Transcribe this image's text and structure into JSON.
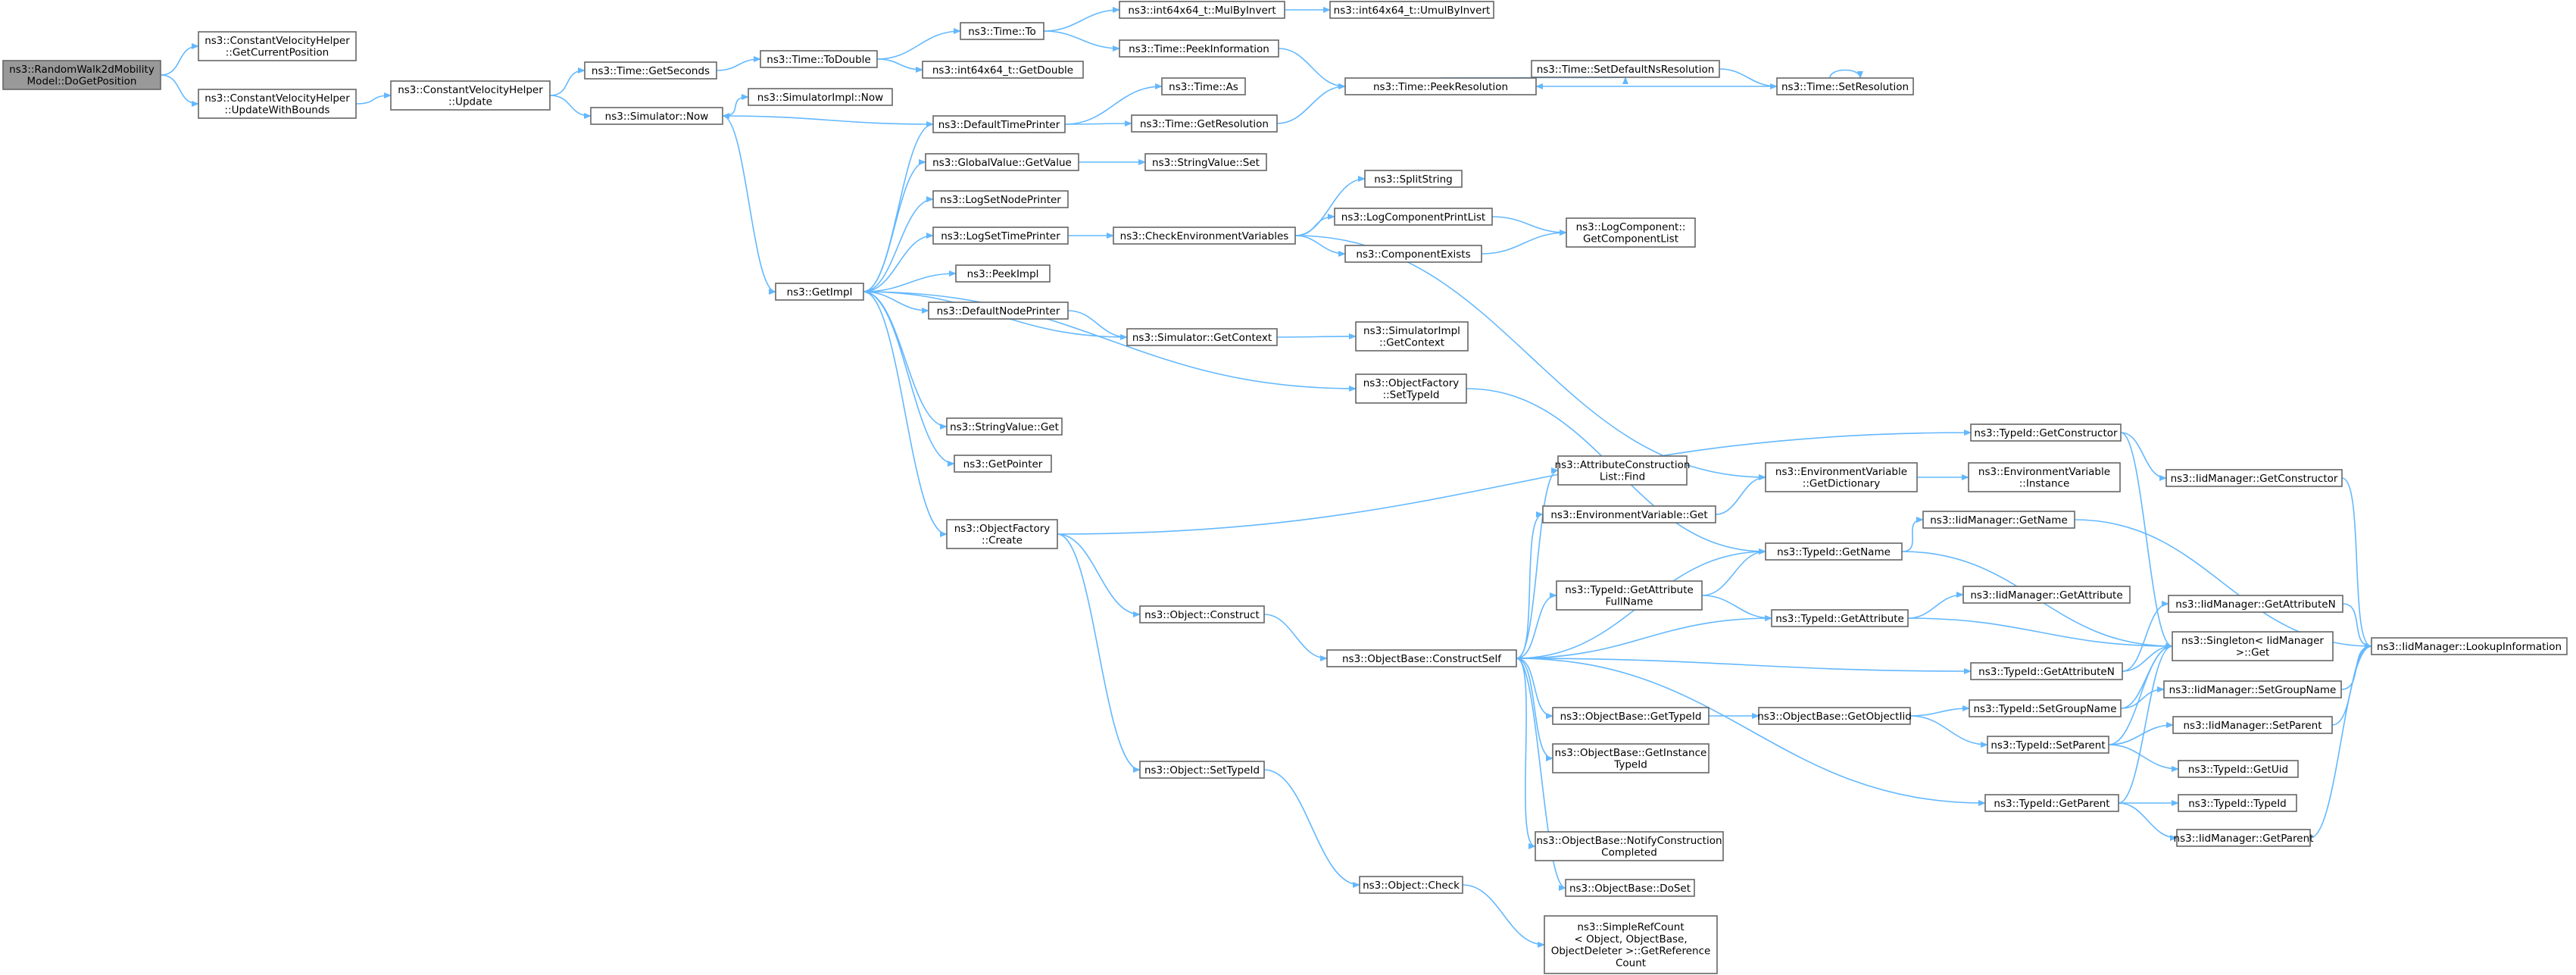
{
  "colors": {
    "edge": "#63b8ff",
    "node_border": "#666666",
    "root_fill": "#999999",
    "node_fill": "#ffffff"
  },
  "nodes": [
    {
      "id": "n0",
      "lines": [
        "ns3::RandomWalk2dMobility",
        "Model::DoGetPosition"
      ],
      "root": true
    },
    {
      "id": "n1",
      "lines": [
        "ns3::ConstantVelocityHelper",
        "::GetCurrentPosition"
      ]
    },
    {
      "id": "n2",
      "lines": [
        "ns3::ConstantVelocityHelper",
        "::UpdateWithBounds"
      ]
    },
    {
      "id": "n3",
      "lines": [
        "ns3::ConstantVelocityHelper",
        "::Update"
      ]
    },
    {
      "id": "n4",
      "lines": [
        "ns3::Time::GetSeconds"
      ]
    },
    {
      "id": "n5",
      "lines": [
        "ns3::Simulator::Now"
      ]
    },
    {
      "id": "n6",
      "lines": [
        "ns3::Time::ToDouble"
      ]
    },
    {
      "id": "n7",
      "lines": [
        "ns3::Time::To"
      ]
    },
    {
      "id": "n8",
      "lines": [
        "ns3::int64x64_t::GetDouble"
      ]
    },
    {
      "id": "n9",
      "lines": [
        "ns3::int64x64_t::MulByInvert"
      ]
    },
    {
      "id": "n10",
      "lines": [
        "ns3::Time::PeekInformation"
      ]
    },
    {
      "id": "n11",
      "lines": [
        "ns3::int64x64_t::UmulByInvert"
      ]
    },
    {
      "id": "n12",
      "lines": [
        "ns3::Time::PeekResolution"
      ]
    },
    {
      "id": "n13",
      "lines": [
        "ns3::Time::SetDefaultNsResolution"
      ]
    },
    {
      "id": "n14",
      "lines": [
        "ns3::Time::SetResolution"
      ]
    },
    {
      "id": "n15",
      "lines": [
        "ns3::SimulatorImpl::Now"
      ]
    },
    {
      "id": "n16",
      "lines": [
        "ns3::DefaultTimePrinter"
      ]
    },
    {
      "id": "n17",
      "lines": [
        "ns3::Time::As"
      ]
    },
    {
      "id": "n18",
      "lines": [
        "ns3::Time::GetResolution"
      ]
    },
    {
      "id": "n19",
      "lines": [
        "ns3::GetImpl"
      ]
    },
    {
      "id": "n20",
      "lines": [
        "ns3::GlobalValue::GetValue"
      ]
    },
    {
      "id": "n21",
      "lines": [
        "ns3::StringValue::Set"
      ]
    },
    {
      "id": "n22",
      "lines": [
        "ns3::LogSetNodePrinter"
      ]
    },
    {
      "id": "n23",
      "lines": [
        "ns3::LogSetTimePrinter"
      ]
    },
    {
      "id": "n24",
      "lines": [
        "ns3::CheckEnvironmentVariables"
      ]
    },
    {
      "id": "n25",
      "lines": [
        "ns3::SplitString"
      ]
    },
    {
      "id": "n26",
      "lines": [
        "ns3::LogComponentPrintList"
      ]
    },
    {
      "id": "n27",
      "lines": [
        "ns3::ComponentExists"
      ]
    },
    {
      "id": "n28",
      "lines": [
        "ns3::LogComponent::",
        "GetComponentList"
      ]
    },
    {
      "id": "n29",
      "lines": [
        "ns3::PeekImpl"
      ]
    },
    {
      "id": "n30",
      "lines": [
        "ns3::DefaultNodePrinter"
      ]
    },
    {
      "id": "n31",
      "lines": [
        "ns3::Simulator::GetContext"
      ]
    },
    {
      "id": "n32",
      "lines": [
        "ns3::SimulatorImpl",
        "::GetContext"
      ]
    },
    {
      "id": "n33",
      "lines": [
        "ns3::ObjectFactory",
        "::SetTypeId"
      ]
    },
    {
      "id": "n34",
      "lines": [
        "ns3::StringValue::Get"
      ]
    },
    {
      "id": "n35",
      "lines": [
        "ns3::GetPointer"
      ]
    },
    {
      "id": "n36",
      "lines": [
        "ns3::ObjectFactory",
        "::Create"
      ]
    },
    {
      "id": "n37",
      "lines": [
        "ns3::TypeId::GetConstructor"
      ]
    },
    {
      "id": "n38",
      "lines": [
        "ns3::IidManager::GetConstructor"
      ]
    },
    {
      "id": "n39",
      "lines": [
        "ns3::AttributeConstruction",
        "List::Find"
      ]
    },
    {
      "id": "n40",
      "lines": [
        "ns3::EnvironmentVariable",
        "::GetDictionary"
      ]
    },
    {
      "id": "n41",
      "lines": [
        "ns3::EnvironmentVariable",
        "::Instance"
      ]
    },
    {
      "id": "n42",
      "lines": [
        "ns3::EnvironmentVariable::Get"
      ]
    },
    {
      "id": "n43",
      "lines": [
        "ns3::IidManager::GetName"
      ]
    },
    {
      "id": "n44",
      "lines": [
        "ns3::TypeId::GetName"
      ]
    },
    {
      "id": "n45",
      "lines": [
        "ns3::TypeId::GetAttribute",
        "FullName"
      ]
    },
    {
      "id": "n46",
      "lines": [
        "ns3::IidManager::GetAttribute"
      ]
    },
    {
      "id": "n47",
      "lines": [
        "ns3::Object::Construct"
      ]
    },
    {
      "id": "n48",
      "lines": [
        "ns3::TypeId::GetAttribute"
      ]
    },
    {
      "id": "n49",
      "lines": [
        "ns3::IidManager::GetAttributeN"
      ]
    },
    {
      "id": "n50",
      "lines": [
        "ns3::Singleton< IidManager",
        ">::Get"
      ]
    },
    {
      "id": "n51",
      "lines": [
        "ns3::IidManager::LookupInformation"
      ]
    },
    {
      "id": "n52",
      "lines": [
        "ns3::ObjectBase::ConstructSelf"
      ]
    },
    {
      "id": "n53",
      "lines": [
        "ns3::TypeId::GetAttributeN"
      ]
    },
    {
      "id": "n54",
      "lines": [
        "ns3::IidManager::SetGroupName"
      ]
    },
    {
      "id": "n55",
      "lines": [
        "ns3::ObjectBase::GetTypeId"
      ]
    },
    {
      "id": "n56",
      "lines": [
        "ns3::ObjectBase::GetObjectIid"
      ]
    },
    {
      "id": "n57",
      "lines": [
        "ns3::TypeId::SetGroupName"
      ]
    },
    {
      "id": "n58",
      "lines": [
        "ns3::IidManager::SetParent"
      ]
    },
    {
      "id": "n59",
      "lines": [
        "ns3::TypeId::SetParent"
      ]
    },
    {
      "id": "n60",
      "lines": [
        "ns3::ObjectBase::GetInstance",
        "TypeId"
      ]
    },
    {
      "id": "n61",
      "lines": [
        "ns3::TypeId::GetUid"
      ]
    },
    {
      "id": "n62",
      "lines": [
        "ns3::Object::SetTypeId"
      ]
    },
    {
      "id": "n63",
      "lines": [
        "ns3::TypeId::GetParent"
      ]
    },
    {
      "id": "n64",
      "lines": [
        "ns3::TypeId::TypeId"
      ]
    },
    {
      "id": "n65",
      "lines": [
        "ns3::IidManager::GetParent"
      ]
    },
    {
      "id": "n66",
      "lines": [
        "ns3::ObjectBase::NotifyConstruction",
        "Completed"
      ]
    },
    {
      "id": "n67",
      "lines": [
        "ns3::ObjectBase::DoSet"
      ]
    },
    {
      "id": "n68",
      "lines": [
        "ns3::Object::Check"
      ]
    },
    {
      "id": "n69",
      "lines": [
        "ns3::SimpleRefCount",
        "< Object, ObjectBase,",
        "ObjectDeleter >::GetReference",
        "Count"
      ]
    }
  ],
  "edges": [
    [
      "n0",
      "n1"
    ],
    [
      "n0",
      "n2"
    ],
    [
      "n2",
      "n3"
    ],
    [
      "n3",
      "n4"
    ],
    [
      "n3",
      "n5"
    ],
    [
      "n4",
      "n6"
    ],
    [
      "n6",
      "n7"
    ],
    [
      "n6",
      "n8"
    ],
    [
      "n7",
      "n9"
    ],
    [
      "n7",
      "n10"
    ],
    [
      "n9",
      "n11"
    ],
    [
      "n10",
      "n12"
    ],
    [
      "n12",
      "n13"
    ],
    [
      "n13",
      "n14"
    ],
    [
      "n14",
      "n12"
    ],
    [
      "n14",
      "n14"
    ],
    [
      "n5",
      "n15"
    ],
    [
      "n5",
      "n19"
    ],
    [
      "n16",
      "n5"
    ],
    [
      "n16",
      "n17"
    ],
    [
      "n16",
      "n18"
    ],
    [
      "n18",
      "n12"
    ],
    [
      "n19",
      "n16"
    ],
    [
      "n19",
      "n20"
    ],
    [
      "n19",
      "n22"
    ],
    [
      "n19",
      "n23"
    ],
    [
      "n19",
      "n29"
    ],
    [
      "n19",
      "n30"
    ],
    [
      "n19",
      "n33"
    ],
    [
      "n19",
      "n34"
    ],
    [
      "n19",
      "n35"
    ],
    [
      "n19",
      "n36"
    ],
    [
      "n20",
      "n21"
    ],
    [
      "n23",
      "n24"
    ],
    [
      "n24",
      "n25"
    ],
    [
      "n24",
      "n26"
    ],
    [
      "n24",
      "n27"
    ],
    [
      "n24",
      "n40"
    ],
    [
      "n26",
      "n28"
    ],
    [
      "n27",
      "n28"
    ],
    [
      "n30",
      "n31"
    ],
    [
      "n31",
      "n19"
    ],
    [
      "n31",
      "n32"
    ],
    [
      "n33",
      "n44"
    ],
    [
      "n36",
      "n37"
    ],
    [
      "n36",
      "n47"
    ],
    [
      "n36",
      "n62"
    ],
    [
      "n37",
      "n38"
    ],
    [
      "n37",
      "n50"
    ],
    [
      "n38",
      "n51"
    ],
    [
      "n40",
      "n41"
    ],
    [
      "n42",
      "n40"
    ],
    [
      "n44",
      "n43"
    ],
    [
      "n44",
      "n50"
    ],
    [
      "n43",
      "n51"
    ],
    [
      "n45",
      "n44"
    ],
    [
      "n45",
      "n48"
    ],
    [
      "n48",
      "n46"
    ],
    [
      "n48",
      "n50"
    ],
    [
      "n47",
      "n52"
    ],
    [
      "n52",
      "n39"
    ],
    [
      "n52",
      "n42"
    ],
    [
      "n52",
      "n44"
    ],
    [
      "n52",
      "n45"
    ],
    [
      "n52",
      "n48"
    ],
    [
      "n52",
      "n53"
    ],
    [
      "n52",
      "n55"
    ],
    [
      "n52",
      "n60"
    ],
    [
      "n52",
      "n63"
    ],
    [
      "n52",
      "n66"
    ],
    [
      "n52",
      "n67"
    ],
    [
      "n53",
      "n49"
    ],
    [
      "n53",
      "n50"
    ],
    [
      "n49",
      "n51"
    ],
    [
      "n55",
      "n56"
    ],
    [
      "n56",
      "n57"
    ],
    [
      "n56",
      "n59"
    ],
    [
      "n57",
      "n54"
    ],
    [
      "n57",
      "n50"
    ],
    [
      "n54",
      "n51"
    ],
    [
      "n59",
      "n58"
    ],
    [
      "n59",
      "n61"
    ],
    [
      "n59",
      "n50"
    ],
    [
      "n58",
      "n51"
    ],
    [
      "n63",
      "n64"
    ],
    [
      "n63",
      "n65"
    ],
    [
      "n63",
      "n50"
    ],
    [
      "n65",
      "n51"
    ],
    [
      "n62",
      "n68"
    ],
    [
      "n68",
      "n69"
    ]
  ]
}
